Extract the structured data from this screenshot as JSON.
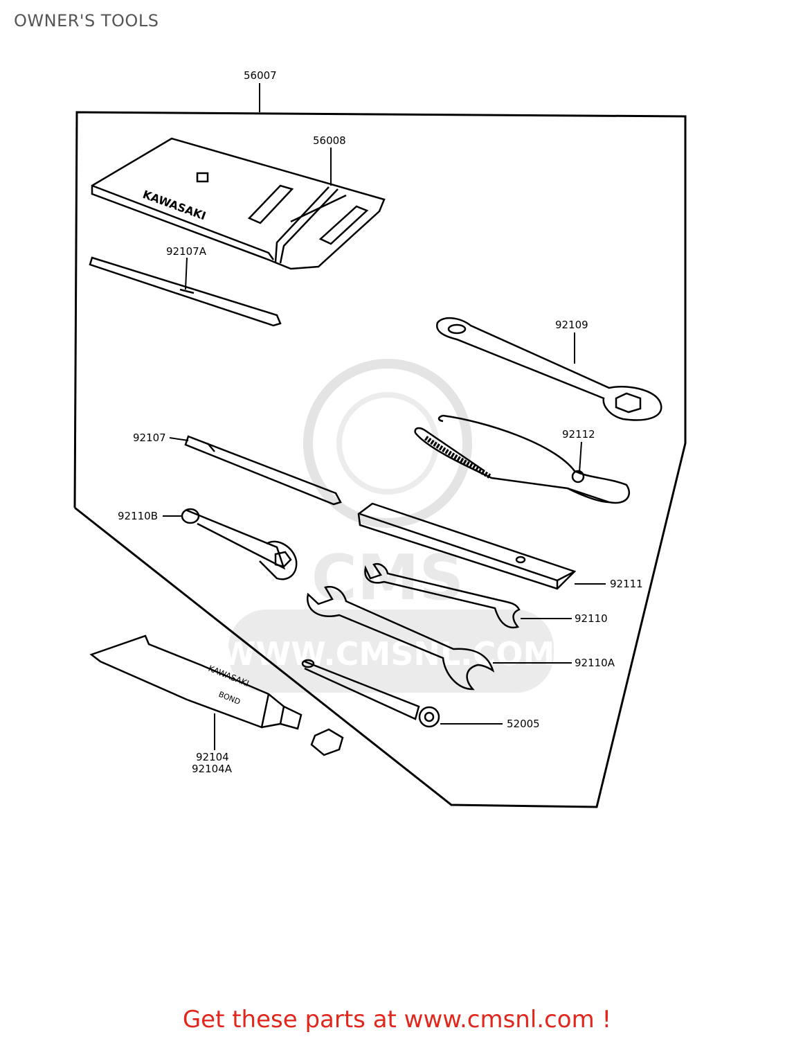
{
  "header": {
    "title": "OWNER'S TOOLS"
  },
  "parts": {
    "p56007": "56007",
    "p56008": "56008",
    "p92107A": "92107A",
    "p92109": "92109",
    "p92107": "92107",
    "p92112": "92112",
    "p92110B": "92110B",
    "p92111": "92111",
    "p92110": "92110",
    "p92110A": "92110A",
    "p52005": "52005",
    "p92104": "92104",
    "p92104A": "92104A"
  },
  "pouch_brand": "KAWASAKI",
  "tube_brand": "KAWASAKI",
  "tube_product": "BOND",
  "watermark": {
    "text": "WWW.CMSNL.COM",
    "logo": "CMS"
  },
  "footer": {
    "cta": "Get these parts at www.cmsnl.com !"
  },
  "colors": {
    "cta": "#e1261c",
    "title": "#555555",
    "line": "#000000",
    "watermark": "#d0d0d0"
  }
}
